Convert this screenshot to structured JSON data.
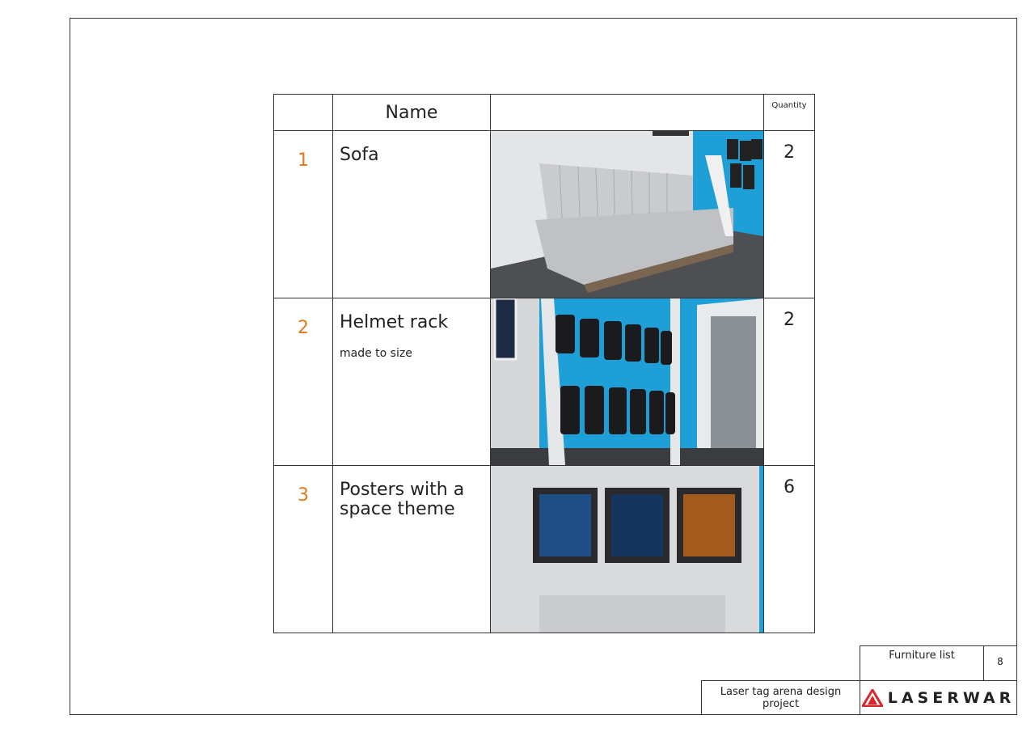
{
  "table": {
    "header": {
      "number": "",
      "name": "Name",
      "image": "",
      "quantity": "Quantity"
    },
    "rows": [
      {
        "number": "1",
        "name": "Sofa",
        "note": "",
        "quantity": "2",
        "image": "sofa-photo"
      },
      {
        "number": "2",
        "name": "Helmet rack",
        "note": "made to size",
        "quantity": "2",
        "image": "helmet-rack-photo"
      },
      {
        "number": "3",
        "name": "Posters with a space theme",
        "note": "",
        "quantity": "6",
        "image": "posters-photo"
      }
    ]
  },
  "title_block": {
    "sheet_title": "Furniture list",
    "page_number": "8",
    "project": "Laser tag arena design project",
    "logo": "LASERWAR"
  },
  "colors": {
    "number_accent": "#e07a1f",
    "logo_red": "#d9262c",
    "wall_blue": "#1f9fd8"
  }
}
